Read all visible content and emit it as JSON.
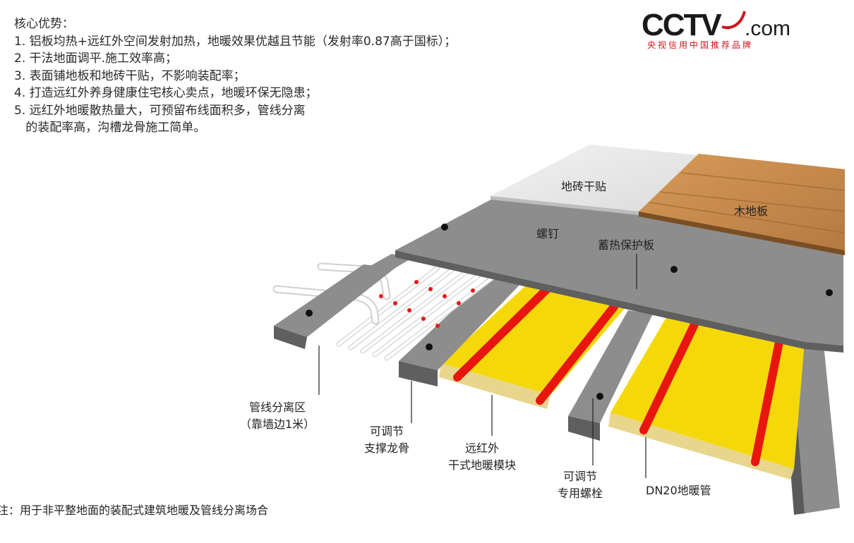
{
  "advantages": {
    "heading": "核心优势：",
    "items": [
      "1. 铝板均热+远红外空间发射加热，地暖效果优越且节能（发射率0.87高于国标）；",
      "2. 干法地面调平.施工效率高；",
      "3. 表面铺地板和地砖干贴，不影响装配率；",
      "4. 打造远红外养身健康住宅核心卖点，地暖环保无隐患；",
      "5. 远红外地暖散热量大，可预留布线面积多，管线分离",
      "   的装配率高，沟槽龙骨施工简单。"
    ]
  },
  "logo": {
    "brand": "CCTV",
    "suffix": ".com",
    "slogan": "央视信用中国推荐品牌",
    "color": "#d0121b"
  },
  "labels": {
    "tile": "地砖干贴",
    "wood": "木地板",
    "screw": "螺钉",
    "protect_board": "蓄热保护板",
    "pipe_zone_line1": "管线分离区",
    "pipe_zone_line2": "（靠墙边1米）",
    "keel_line1": "可调节",
    "keel_line2": "支撑龙骨",
    "module_line1": "远红外",
    "module_line2": "干式地暖模块",
    "bolt_line1": "可调节",
    "bolt_line2": "专用螺栓",
    "pipe": "DN20地暖管"
  },
  "note": "注：用于非平整地面的装配式建筑地暖及管线分离场合",
  "colors": {
    "board": "#8d8d8d",
    "board_side": "#5f5f5f",
    "module_yellow": "#f5d80a",
    "pipe_red": "#e8160f",
    "wood": "#c48a4e",
    "tile": "#ebebeb"
  }
}
